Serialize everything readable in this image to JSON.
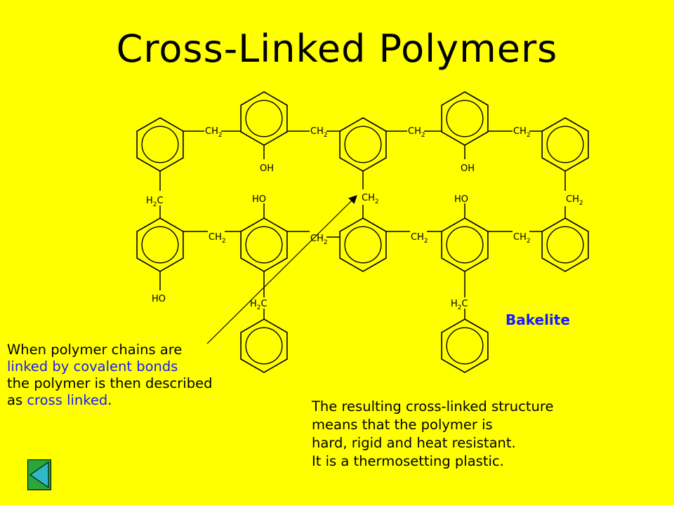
{
  "title": "Cross-Linked Polymers",
  "label_bakelite": "Bakelite",
  "colors": {
    "background": "#ffff00",
    "highlight": "#1a1aff",
    "button": "#2aa63a"
  },
  "left_text": {
    "line1": "When polymer chains are",
    "line2": "linked by covalent bonds",
    "line3": "the polymer is then described",
    "line4_a": "as ",
    "line4_b": "cross linked",
    "line4_c": "."
  },
  "right_text": [
    "The resulting cross-linked structure",
    "means that the polymer is",
    "hard, rigid and heat resistant.",
    "It is a thermosetting plastic."
  ],
  "chem": {
    "ch2_c": "CH",
    "ch2_sub": "2",
    "h2c_h": "H",
    "h2c_sub": "2",
    "h2c_c": "C",
    "oh_o": "O",
    "oh_h": "H",
    "ho_h": "H",
    "ho_o": "O"
  },
  "nav_button_icon": "back-arrow-icon"
}
